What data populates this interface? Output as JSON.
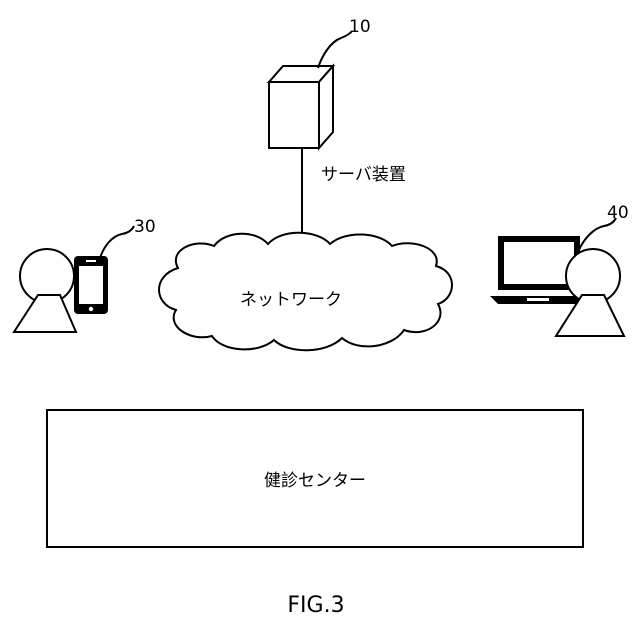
{
  "server": {
    "ref": "10",
    "label": "サーバ装置"
  },
  "network": {
    "label": "ネットワーク"
  },
  "user_smartphone": {
    "ref": "30"
  },
  "user_laptop": {
    "ref": "40"
  },
  "health_center": {
    "label": "健診センター"
  },
  "figure": {
    "caption": "FIG.3"
  }
}
